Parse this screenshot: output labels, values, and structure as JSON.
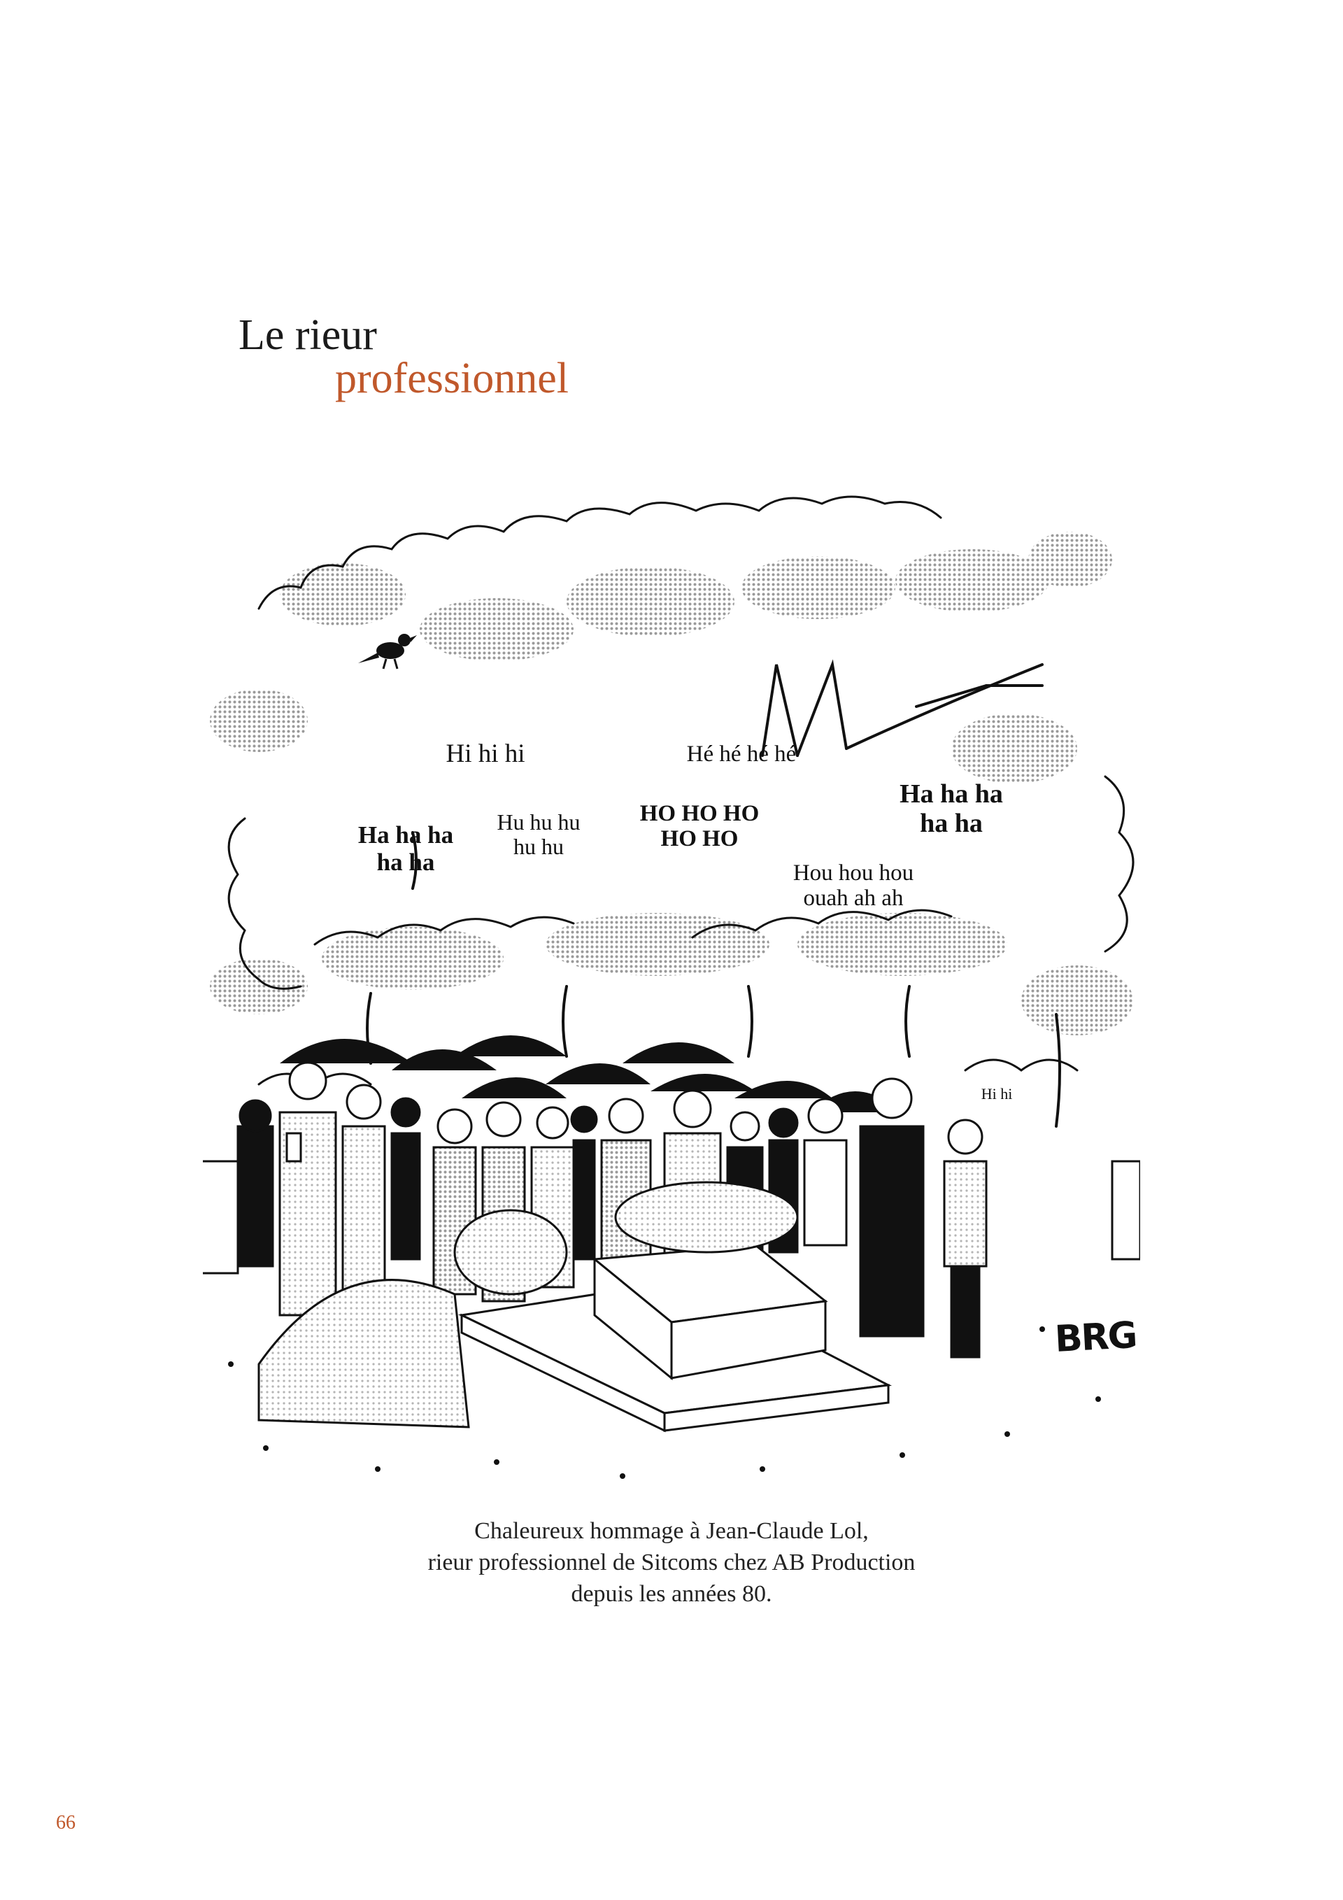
{
  "title": {
    "line1": "Le rieur",
    "line2": "professionnel"
  },
  "cartoon": {
    "laughs": {
      "hi_hi_hi": "Hi hi hi",
      "he_he": "Hé hé hé hé",
      "ha_ha_left": "Ha ha ha\nha ha",
      "hu_hu": "Hu hu hu\nhu hu",
      "ho_ho": "HO HO HO\nHO HO",
      "ha_ha_right": "Ha ha ha\nha ha",
      "hou_hou": "Hou hou hou\nouah ah ah",
      "child_hi_hi": "Hi hi"
    },
    "signature": "BRG"
  },
  "caption": {
    "line1": "Chaleureux hommage à Jean-Claude Lol,",
    "line2": "rieur professionnel de Sitcoms chez AB Production",
    "line3": "depuis les années 80."
  },
  "page_number": "66",
  "colors": {
    "accent": "#c0582b",
    "ink": "#1a1a1a"
  }
}
